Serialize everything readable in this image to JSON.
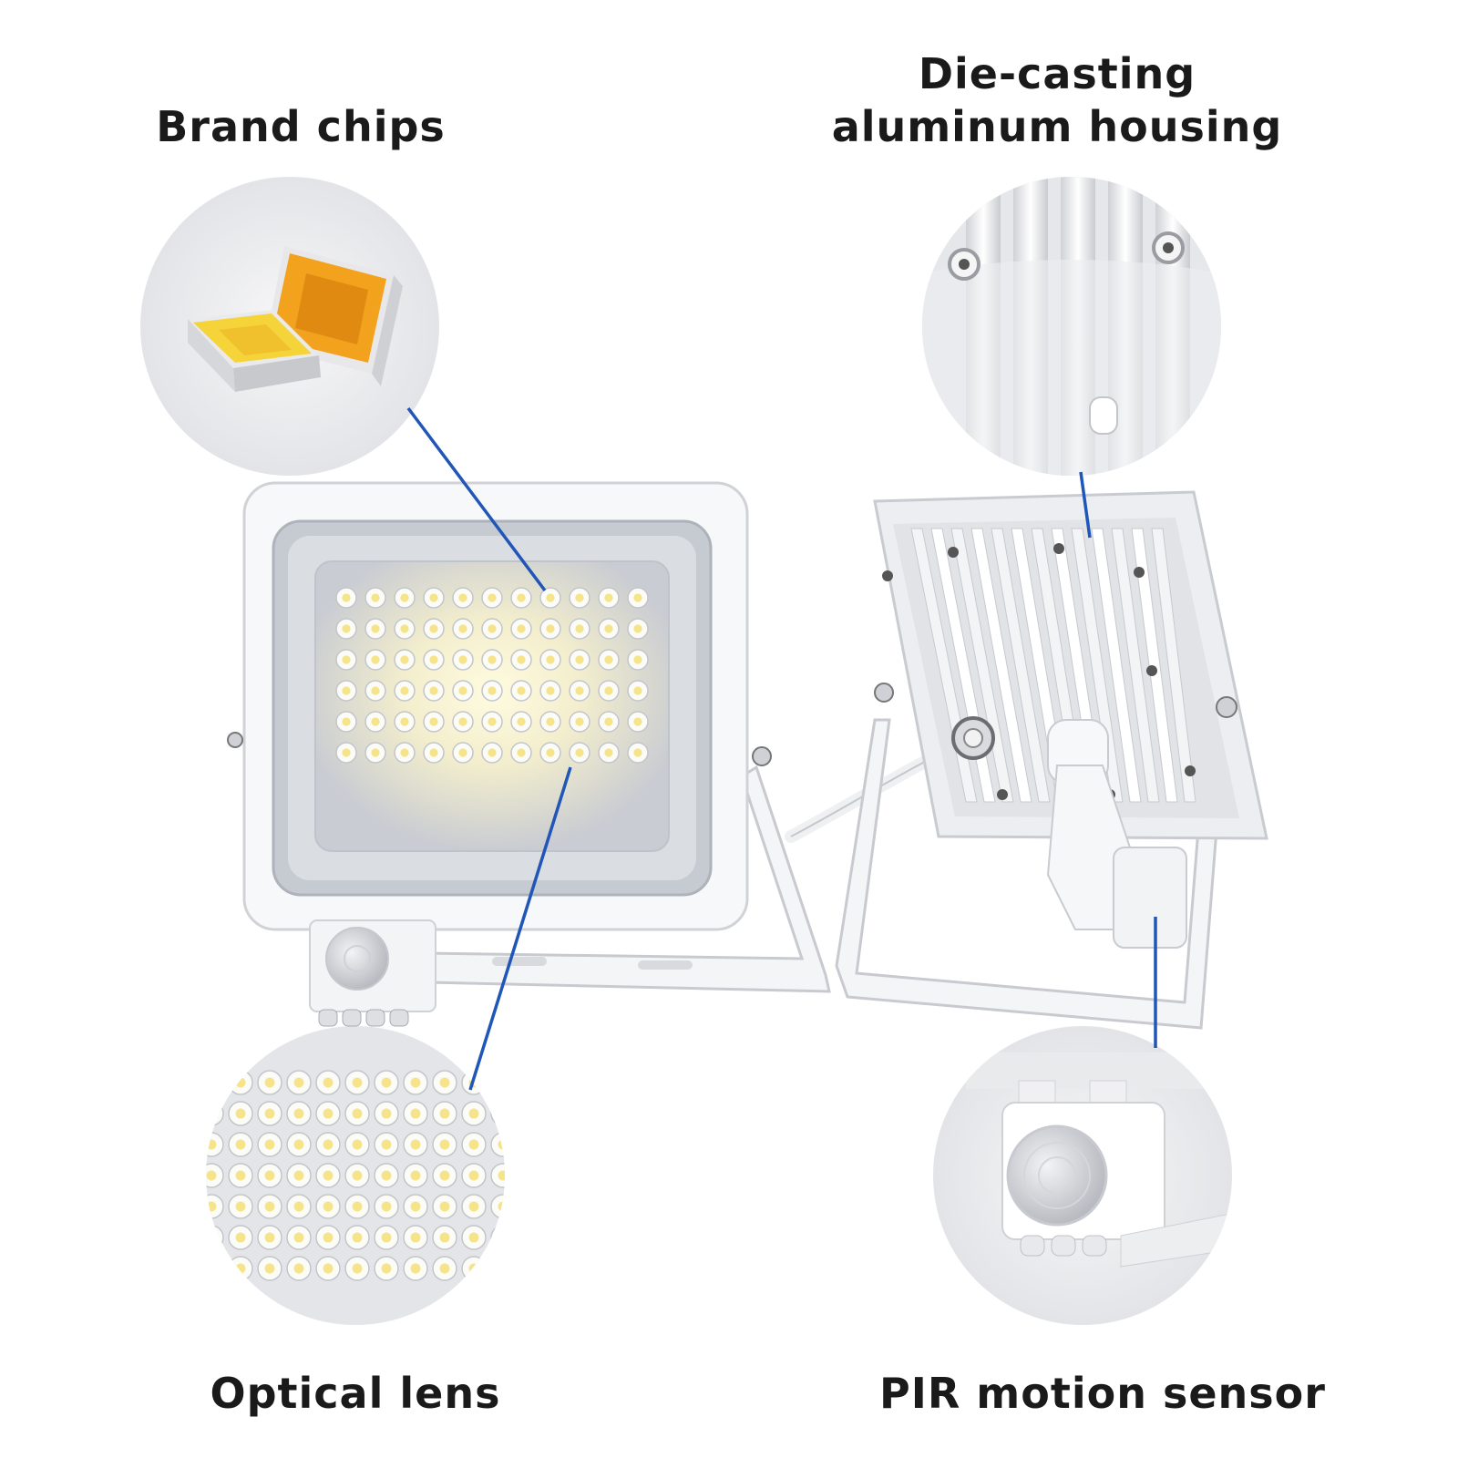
{
  "labels": {
    "brand_chips": "Brand chips",
    "die_casting_line1": "Die-casting",
    "die_casting_line2": "aluminum housing",
    "optical_lens": "Optical lens",
    "pir_sensor": "PIR motion sensor"
  },
  "colors": {
    "background": "#ffffff",
    "pointer_line": "#1f56b8",
    "text": "#1a1a1a",
    "housing_white": "#f2f3f5",
    "chip_yellow": "#f5d43a",
    "chip_orange": "#f2a21c"
  },
  "callouts": [
    {
      "name": "brand-chips",
      "icon": "led-chip-icon"
    },
    {
      "name": "die-casting-housing",
      "icon": "heatsink-fins-icon"
    },
    {
      "name": "optical-lens",
      "icon": "led-lens-array-icon"
    },
    {
      "name": "pir-motion-sensor",
      "icon": "pir-sensor-icon"
    }
  ]
}
